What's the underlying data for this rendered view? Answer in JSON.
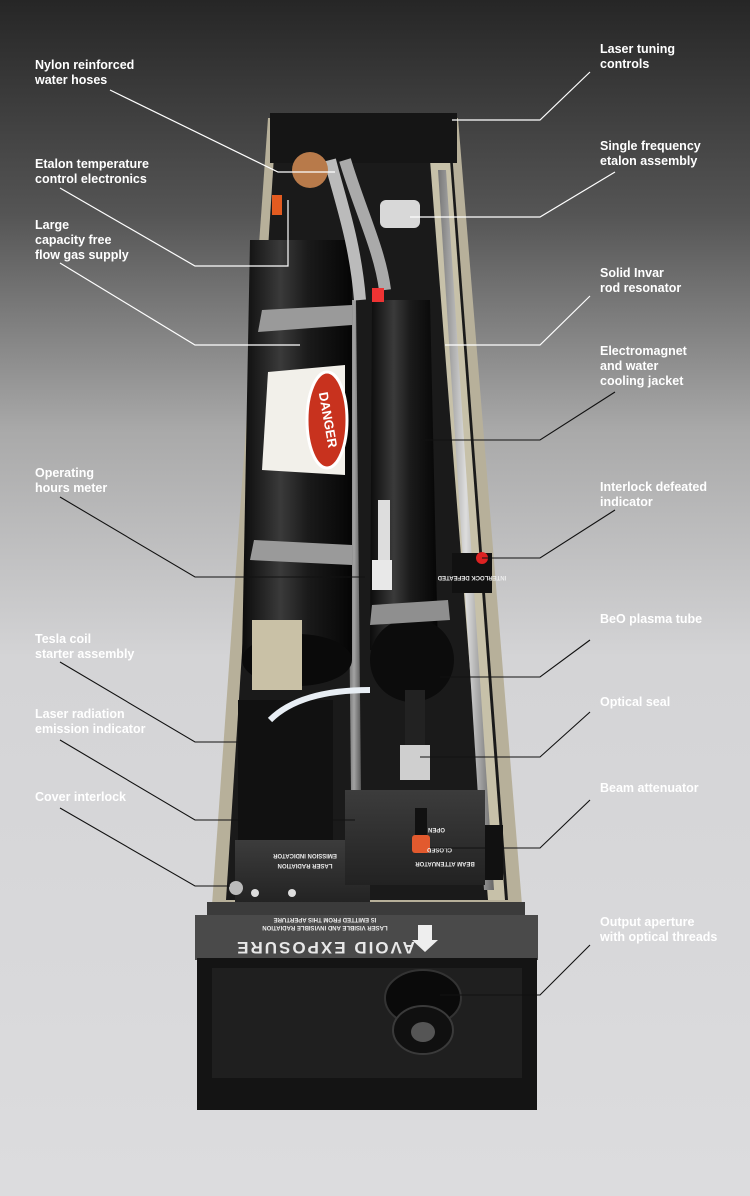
{
  "callouts_left": [
    {
      "lines": [
        "Nylon reinforced",
        "water hoses"
      ]
    },
    {
      "lines": [
        "Etalon temperature",
        "control electronics"
      ]
    },
    {
      "lines": [
        "Large",
        "capacity free",
        "flow gas supply"
      ]
    },
    {
      "lines": [
        "Operating",
        "hours meter"
      ]
    },
    {
      "lines": [
        "Tesla coil",
        "starter assembly"
      ]
    },
    {
      "lines": [
        "Laser radiation",
        "emission indicator"
      ]
    },
    {
      "lines": [
        "Cover interlock"
      ]
    }
  ],
  "callouts_right": [
    {
      "lines": [
        "Laser tuning",
        "controls"
      ]
    },
    {
      "lines": [
        "Single frequency",
        "etalon assembly"
      ]
    },
    {
      "lines": [
        "Solid Invar",
        "rod resonator"
      ]
    },
    {
      "lines": [
        "Electromagnet",
        "and water",
        "cooling jacket"
      ]
    },
    {
      "lines": [
        "Interlock defeated",
        "indicator"
      ]
    },
    {
      "lines": [
        "BeO plasma tube"
      ]
    },
    {
      "lines": [
        "Optical seal"
      ]
    },
    {
      "lines": [
        "Beam attenuator"
      ]
    },
    {
      "lines": [
        "Output aperture",
        "with optical threads"
      ]
    }
  ],
  "device_labels": {
    "danger": "DANGER",
    "avoid_exposure": "AVOID EXPOSURE",
    "warning_line1": "LASER VISIBLE AND INVISIBLE RADIATION",
    "warning_line2": "IS EMITTED FROM THIS APERTURE",
    "emission_line1": "LASER RADIATION",
    "emission_line2": "EMISSION INDICATOR",
    "beam_attenuator": "BEAM ATTENUATOR",
    "open": "OPEN",
    "closed": "CLOSED",
    "interlock": "INTERLOCK DEFEATED"
  }
}
